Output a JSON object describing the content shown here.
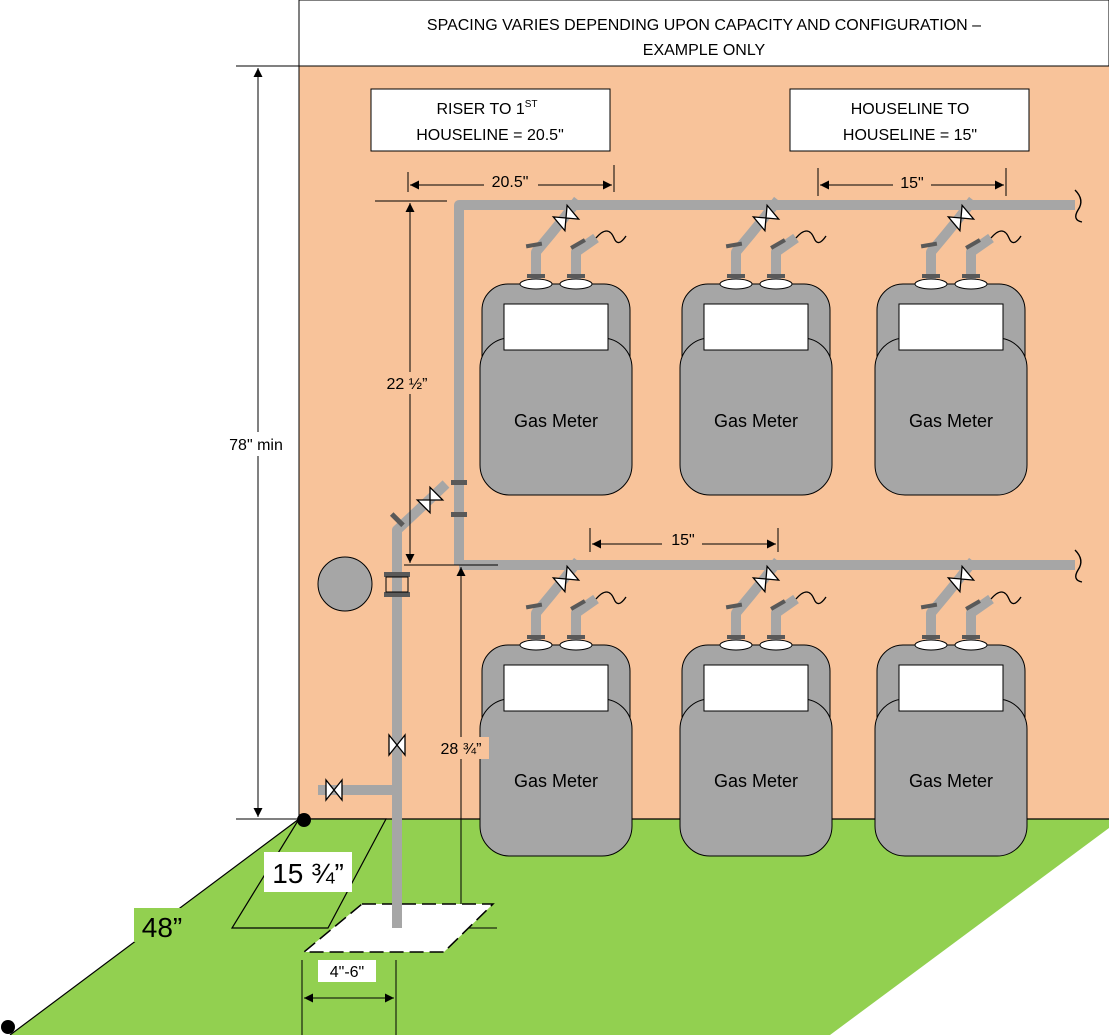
{
  "title": {
    "line1": "SPACING VARIES DEPENDING UPON CAPACITY AND CONFIGURATION –",
    "line2": "EXAMPLE ONLY"
  },
  "callouts": {
    "riser": {
      "line1": "RISER TO 1",
      "sup": "ST",
      "line2": "HOUSELINE = 20.5\""
    },
    "houseline": {
      "line1": "HOUSELINE TO",
      "line2": "HOUSELINE = 15\""
    }
  },
  "dimensions": {
    "riser_to_first": "20.5\"",
    "houseline_to_houseline_top": "15\"",
    "houseline_to_houseline_mid": "15\"",
    "vertical_between_headers": "22 ½”",
    "min_height": "78\" min",
    "header_height": "28 ¾”",
    "setback": "15 ¾”",
    "clearance": "48”",
    "pipe_offset": "4\"-6\""
  },
  "meters": [
    {
      "label": "Gas Meter"
    },
    {
      "label": "Gas Meter"
    },
    {
      "label": "Gas Meter"
    },
    {
      "label": "Gas Meter"
    },
    {
      "label": "Gas Meter"
    },
    {
      "label": "Gas Meter"
    }
  ],
  "colors": {
    "wall": "#F8C39A",
    "ground": "#92D050",
    "pipe": "#A6A6A6",
    "meter": "#A6A6A6",
    "fitting": "#595959"
  }
}
